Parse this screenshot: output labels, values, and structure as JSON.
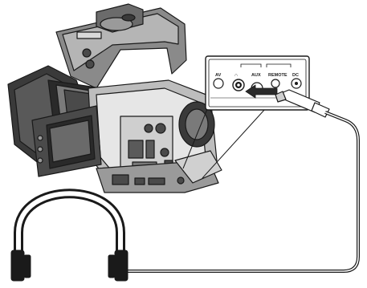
{
  "ports": {
    "av": "AV",
    "headphone_symbol": "∩",
    "aux": "AUX",
    "remote": "REMOTE",
    "dc": "DC"
  },
  "icons": {
    "camcorder": "camcorder-icon",
    "headphones": "headphones-icon",
    "arrow": "insert-arrow-icon"
  },
  "colors": {
    "line": "#1a1a1a",
    "body_dark": "#3a3a3a",
    "body_mid": "#8a8a8a",
    "body_light": "#d9d9d9",
    "cable_fill": "#ffffff"
  }
}
